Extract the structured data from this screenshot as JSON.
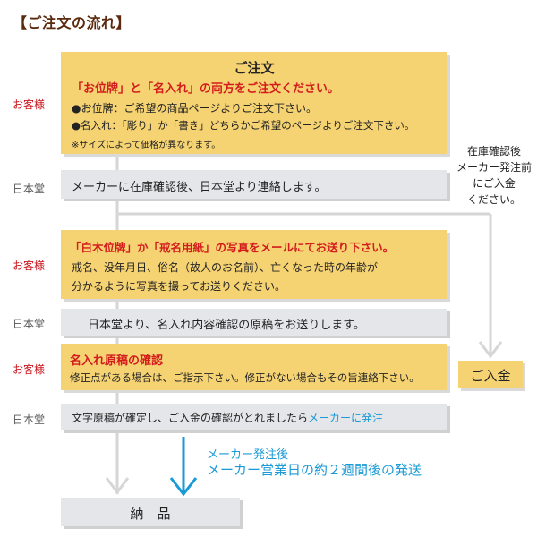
{
  "title": "【ご注文の流れ】",
  "labels": {
    "customer": "お客様",
    "shop": "日本堂"
  },
  "step1": {
    "heading": "ご注文",
    "lead": "「お位牌」と「名入れ」の両方をご注文ください。",
    "item1": "●お位牌：ご希望の商品ページよりご注文下さい。",
    "item2": "●名入れ：「彫り」か「書き」どちらかご希望のページよりご注文下さい。",
    "note": "※サイズによって価格が異なります。"
  },
  "step2": {
    "text": "メーカーに在庫確認後、日本堂より連絡します。"
  },
  "side_note": {
    "line1": "在庫確認後",
    "line2": "メーカー発注前",
    "line3": "にご入金",
    "line4": "ください。"
  },
  "step3": {
    "lead": "「白木位牌」か「戒名用紙」の写真をメールにてお送り下さい。",
    "line1": "戒名、没年月日、俗名（故人のお名前）、亡くなった時の年齢が",
    "line2": "分かるように写真を撮ってお送りください。"
  },
  "step4": {
    "text": "日本堂より、名入れ内容確認の原稿をお送りします。"
  },
  "step5": {
    "heading": "名入れ原稿の確認",
    "text": "修正点がある場合は、ご指示下さい。修正がない場合もその旨連絡下さい。"
  },
  "payment": {
    "label": "ご入金"
  },
  "step6": {
    "text_main": "文字原稿が確定し、ご入金の確認がとれましたら",
    "text_highlight": "メーカーに発注"
  },
  "after_order": {
    "line1": "メーカー発注後",
    "line2": "メーカー営業日の約２週間後の発送"
  },
  "delivery": {
    "label": "納　品"
  },
  "colors": {
    "yellow_box": "#f5d373",
    "gray_box": "#e4e6e9",
    "red_text": "#d31d1d",
    "blue_text": "#1a9ad6",
    "title_brown": "#5a2a0e"
  }
}
